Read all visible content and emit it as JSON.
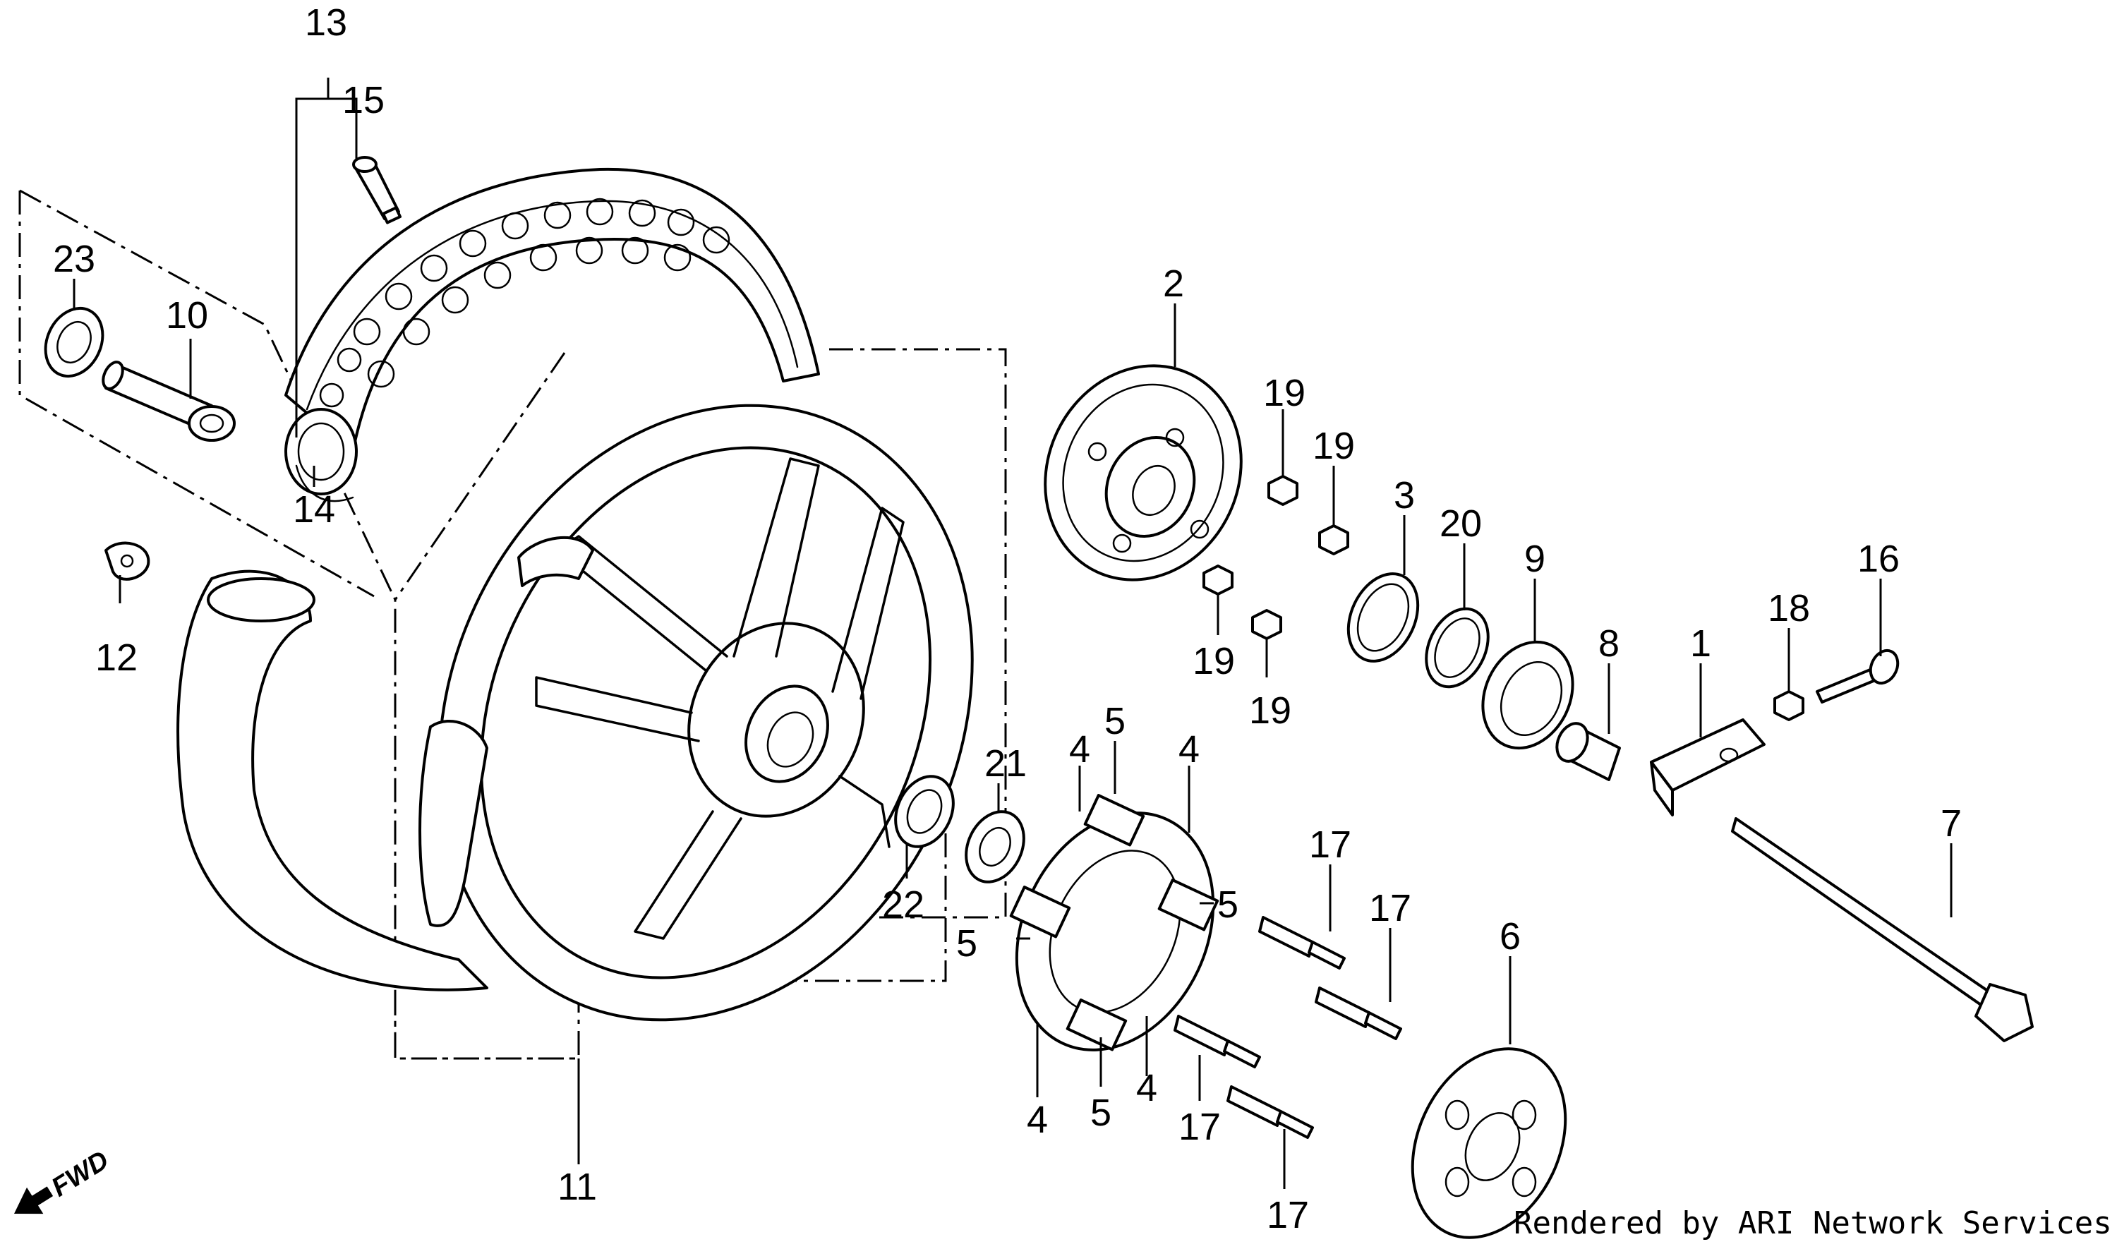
{
  "callouts": {
    "n1": "1",
    "n2": "2",
    "n3": "3",
    "n4a": "4",
    "n4b": "4",
    "n4c": "4",
    "n4d": "4",
    "n5a": "5",
    "n5b": "5",
    "n5c": "5",
    "n5d": "5",
    "n6": "6",
    "n7": "7",
    "n8": "8",
    "n9": "9",
    "n10": "10",
    "n11": "11",
    "n12": "12",
    "n13": "13",
    "n14": "14",
    "n15": "15",
    "n16": "16",
    "n17a": "17",
    "n17b": "17",
    "n17c": "17",
    "n17d": "17",
    "n18": "18",
    "n19a": "19",
    "n19b": "19",
    "n19c": "19",
    "n19d": "19",
    "n20": "20",
    "n21": "21",
    "n22": "22",
    "n23": "23"
  },
  "fwd_label": "FWD",
  "credit": "Rendered by ARI Network Services, Inc."
}
